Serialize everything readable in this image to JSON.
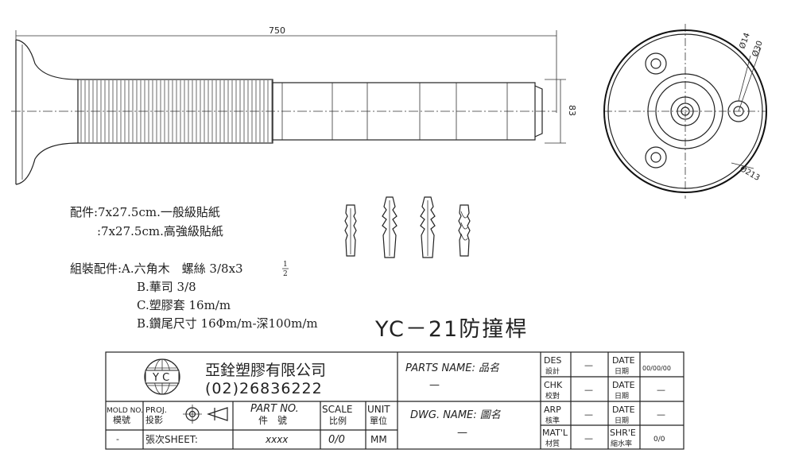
{
  "dimensions": {
    "length": "750",
    "height": "83",
    "dia_14": "Ø14",
    "dia_30": "Ø30",
    "dia_213": "Ø213"
  },
  "notes": {
    "accessory_label": "配件:7x27.5cm.一般級貼紙",
    "accessory_line2": ":7x27.5cm.高強級貼紙",
    "assembly_label": "組裝配件:A.六角木　螺絲 3/8x3",
    "assembly_frac_num": "1",
    "assembly_frac_den": "2",
    "assembly_b": "B.華司 3/8",
    "assembly_c": "C.塑膠套 16m/m",
    "assembly_d": "B.鑽尾尺寸 16Φm/m-深100m/m"
  },
  "product_title": "YC－21防撞桿",
  "title_block": {
    "logo_text": "Y C",
    "company_name": "亞銓塑膠有限公司",
    "company_phone": "(02)26836222",
    "parts_name_label": "PARTS NAME: 品名",
    "parts_name_value": "—",
    "dwg_name_label": "DWG. NAME: 圖名",
    "dwg_name_value": "—",
    "mold_no_label_en": "MOLD NO.",
    "mold_no_label_zh": "模號",
    "mold_no_value": "-",
    "proj_label_en": "PROJ.",
    "proj_label_zh": "投影",
    "part_no_label_en": "PART NO.",
    "part_no_label_zh": "件　號",
    "part_no_value": "xxxx",
    "scale_label_en": "SCALE",
    "scale_label_zh": "比例",
    "scale_value": "0/0",
    "unit_label_en": "UNIT",
    "unit_label_zh": "單位",
    "unit_value": "MM",
    "sheet_label": "張次SHEET:",
    "des_en": "DES",
    "des_zh": "設計",
    "des_value": "—",
    "chk_en": "CHK",
    "chk_zh": "校對",
    "chk_value": "—",
    "arp_en": "ARP",
    "arp_zh": "核準",
    "arp_value": "—",
    "matl_en": "MAT'L",
    "matl_zh": "材質",
    "matl_value": "—",
    "date_en": "DATE",
    "date_zh": "日期",
    "date1_value": "00/00/00",
    "date2_value": "—",
    "date3_value": "—",
    "shre_en": "SHR'E",
    "shre_zh": "縮水率",
    "shre_value": "0/0"
  }
}
